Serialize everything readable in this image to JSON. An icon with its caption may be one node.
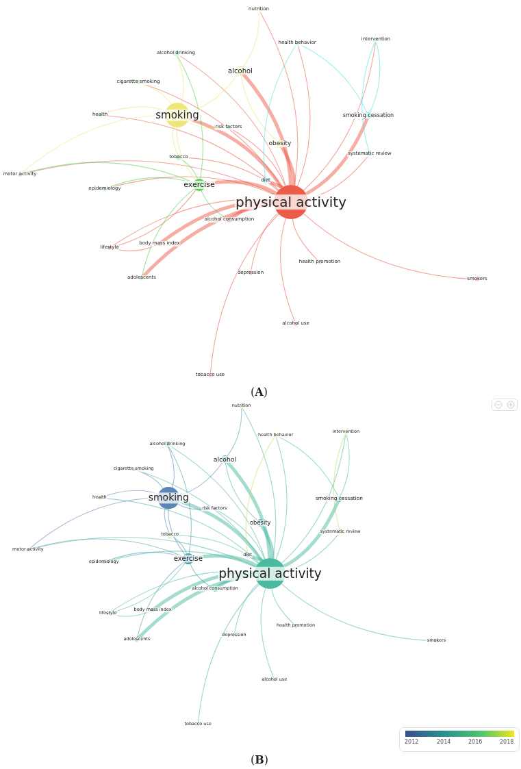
{
  "diagram": {
    "nodes": [
      {
        "text": [
          "physical activity"
        ]
      },
      {
        "text": [
          "smoking"
        ]
      },
      {
        "text": [
          "exercise"
        ]
      },
      {
        "text": [
          "alcohol"
        ]
      },
      {
        "text": [
          "obesity"
        ]
      },
      {
        "text": [
          "smoking cessation"
        ]
      },
      {
        "text": [
          "alcohol drinking"
        ]
      },
      {
        "text": [
          "cigarette smoking"
        ]
      },
      {
        "text": [
          "health"
        ]
      },
      {
        "text": [
          "risk factors"
        ]
      },
      {
        "text": [
          "tobacco"
        ]
      },
      {
        "text": [
          "motor activity"
        ]
      },
      {
        "text": [
          "epidemiology"
        ]
      },
      {
        "text": [
          "diet"
        ]
      },
      {
        "text": [
          "alcohol consumption"
        ]
      },
      {
        "text": [
          "body mass index"
        ]
      },
      {
        "text": [
          "lifestyle"
        ]
      },
      {
        "text": [
          "adolescents"
        ]
      },
      {
        "text": [
          "depression"
        ]
      },
      {
        "text": [
          "health promotion"
        ]
      },
      {
        "text": [
          "alcohol use"
        ]
      },
      {
        "text": [
          "tobacco use"
        ]
      },
      {
        "text": [
          "smokers"
        ]
      },
      {
        "text": [
          "nutrition"
        ]
      },
      {
        "text": [
          "health behavior"
        ]
      },
      {
        "text": [
          "intervention"
        ]
      },
      {
        "text": [
          "systematic review"
        ]
      },
      {
        "text": [
          "physical activity"
        ]
      },
      {
        "text": [
          "smoking"
        ]
      },
      {
        "text": [
          "exercise"
        ]
      },
      {
        "text": [
          "alcohol"
        ]
      },
      {
        "text": [
          "obesity"
        ]
      },
      {
        "text": [
          "smoking cessation"
        ]
      },
      {
        "text": [
          "alcohol drinking"
        ]
      },
      {
        "text": [
          "cigarette smoking"
        ]
      },
      {
        "text": [
          "health"
        ]
      },
      {
        "text": [
          "risk factors"
        ]
      },
      {
        "text": [
          "tobacco"
        ]
      },
      {
        "text": [
          "motor activity"
        ]
      },
      {
        "text": [
          "epidemiology"
        ]
      },
      {
        "text": [
          "diet"
        ]
      },
      {
        "text": [
          "alcohol consumption"
        ]
      },
      {
        "text": [
          "body mass index"
        ]
      },
      {
        "text": [
          "lifestyle"
        ]
      },
      {
        "text": [
          "adolescents"
        ]
      },
      {
        "text": [
          "depression"
        ]
      },
      {
        "text": [
          "health promotion"
        ]
      },
      {
        "text": [
          "alcohol use"
        ]
      },
      {
        "text": [
          "tobacco use"
        ]
      },
      {
        "text": [
          "smokers"
        ]
      },
      {
        "text": [
          "nutrition"
        ]
      },
      {
        "text": [
          "health behavior"
        ]
      },
      {
        "text": [
          "intervention"
        ]
      },
      {
        "text": [
          "systematic review"
        ]
      }
    ],
    "edges": [
      {
        "from": 0,
        "to": 1,
        "arrow": "none",
        "style": "thick",
        "color": "#ea4b35"
      },
      {
        "from": 0,
        "to": 2,
        "arrow": "none",
        "style": "thick",
        "color": "#ea4b35"
      },
      {
        "from": 0,
        "to": 3,
        "arrow": "none",
        "style": "thick",
        "color": "#ea4b35"
      },
      {
        "from": 0,
        "to": 4,
        "arrow": "none",
        "style": "thick",
        "color": "#ea4b35"
      },
      {
        "from": 0,
        "to": 5,
        "arrow": "none",
        "style": "thick",
        "color": "#ea4b35"
      },
      {
        "from": 0,
        "to": 6,
        "arrow": "none",
        "color": "#ea4b35"
      },
      {
        "from": 0,
        "to": 7,
        "arrow": "none",
        "color": "#ea4b35"
      },
      {
        "from": 0,
        "to": 8,
        "arrow": "none",
        "color": "#ea4b35"
      },
      {
        "from": 0,
        "to": 9,
        "arrow": "none",
        "color": "#ea4b35"
      },
      {
        "from": 0,
        "to": 10,
        "arrow": "none",
        "color": "#ea4b35"
      },
      {
        "from": 0,
        "to": 11,
        "arrow": "none",
        "color": "#ea4b35"
      },
      {
        "from": 0,
        "to": 12,
        "arrow": "none",
        "color": "#ea4b35"
      },
      {
        "from": 0,
        "to": 13,
        "arrow": "none",
        "style": "thick",
        "color": "#ea4b35"
      },
      {
        "from": 0,
        "to": 14,
        "arrow": "none",
        "style": "thick",
        "color": "#ea4b35"
      },
      {
        "from": 0,
        "to": 15,
        "arrow": "none",
        "style": "thick",
        "color": "#ea4b35"
      },
      {
        "from": 0,
        "to": 16,
        "arrow": "none",
        "color": "#ea4b35"
      },
      {
        "from": 0,
        "to": 17,
        "arrow": "none",
        "style": "thick",
        "color": "#ea4b35"
      },
      {
        "from": 0,
        "to": 18,
        "arrow": "none",
        "color": "#ea4b35"
      },
      {
        "from": 0,
        "to": 19,
        "arrow": "none",
        "color": "#ea4b35"
      },
      {
        "from": 0,
        "to": 20,
        "arrow": "none",
        "color": "#ea4b35"
      },
      {
        "from": 0,
        "to": 21,
        "arrow": "none",
        "color": "#ea4b35"
      },
      {
        "from": 0,
        "to": 22,
        "arrow": "none",
        "color": "#ea4b35"
      },
      {
        "from": 0,
        "to": 23,
        "arrow": "none",
        "color": "#ea4b35"
      },
      {
        "from": 0,
        "to": 24,
        "arrow": "none",
        "color": "#ea4b35"
      },
      {
        "from": 0,
        "to": 25,
        "arrow": "none",
        "color": "#ea4b35"
      },
      {
        "from": 0,
        "to": 26,
        "arrow": "none",
        "color": "#ea4b35"
      },
      {
        "from": 1,
        "to": 2,
        "arrow": "none",
        "color": "#ebe46c"
      },
      {
        "from": 1,
        "to": 3,
        "arrow": "none",
        "color": "#ebe46c"
      },
      {
        "from": 1,
        "to": 6,
        "arrow": "none",
        "color": "#ebe46c"
      },
      {
        "from": 1,
        "to": 7,
        "arrow": "none",
        "color": "#ebe46c"
      },
      {
        "from": 1,
        "to": 9,
        "arrow": "none",
        "color": "#ebe46c"
      },
      {
        "from": 1,
        "to": 10,
        "arrow": "none",
        "color": "#ebe46c"
      },
      {
        "from": 1,
        "to": 8,
        "arrow": "none",
        "color": "#ebe46c"
      },
      {
        "from": 2,
        "to": 6,
        "arrow": "none",
        "color": "#3fcc3f"
      },
      {
        "from": 2,
        "to": 10,
        "arrow": "none",
        "color": "#3fcc3f"
      },
      {
        "from": 2,
        "to": 11,
        "arrow": "none",
        "color": "#3fcc3f"
      },
      {
        "from": 2,
        "to": 12,
        "arrow": "none",
        "color": "#3fcc3f"
      },
      {
        "from": 2,
        "to": 17,
        "arrow": "none",
        "color": "#3fcc3f"
      },
      {
        "from": 2,
        "to": 14,
        "arrow": "none",
        "color": "#3fcc3f"
      },
      {
        "from": 16,
        "to": 2,
        "arrow": "none",
        "color": "#ea4b35"
      },
      {
        "from": 16,
        "to": 15,
        "arrow": "none",
        "color": "#ea4b35"
      },
      {
        "from": 5,
        "to": 25,
        "arrow": "none",
        "color": "#38dede"
      },
      {
        "from": 5,
        "to": 24,
        "arrow": "none",
        "color": "#38dede"
      },
      {
        "from": 25,
        "to": 26,
        "arrow": "none",
        "color": "#38dede"
      },
      {
        "from": 3,
        "to": 23,
        "arrow": "none",
        "color": "#ebe46c"
      },
      {
        "from": 1,
        "to": 11,
        "arrow": "none",
        "color": "#ebe46c"
      },
      {
        "from": 3,
        "to": 4,
        "arrow": "none",
        "color": "#ebe46c"
      },
      {
        "from": 24,
        "to": 13,
        "arrow": "none",
        "color": "#38dede"
      },
      {
        "from": 27,
        "to": 28,
        "arrow": "none",
        "style": "thick",
        "color": "#37b297"
      },
      {
        "from": 27,
        "to": 29,
        "arrow": "none",
        "style": "thick",
        "color": "#37b297"
      },
      {
        "from": 27,
        "to": 30,
        "arrow": "none",
        "style": "thick",
        "color": "#37b297"
      },
      {
        "from": 27,
        "to": 31,
        "arrow": "none",
        "style": "thick",
        "color": "#37b297"
      },
      {
        "from": 27,
        "to": 32,
        "arrow": "none",
        "style": "thick",
        "color": "#37b297"
      },
      {
        "from": 27,
        "to": 33,
        "arrow": "none",
        "color": "#37b297"
      },
      {
        "from": 27,
        "to": 34,
        "arrow": "none",
        "color": "#37b297"
      },
      {
        "from": 27,
        "to": 35,
        "arrow": "none",
        "color": "#37b297"
      },
      {
        "from": 27,
        "to": 36,
        "arrow": "none",
        "color": "#37b297"
      },
      {
        "from": 27,
        "to": 37,
        "arrow": "none",
        "color": "#37b297"
      },
      {
        "from": 27,
        "to": 38,
        "arrow": "none",
        "color": "#37b297"
      },
      {
        "from": 27,
        "to": 39,
        "arrow": "none",
        "color": "#37b297"
      },
      {
        "from": 27,
        "to": 40,
        "arrow": "none",
        "style": "thick",
        "color": "#37b297"
      },
      {
        "from": 27,
        "to": 41,
        "arrow": "none",
        "style": "thick",
        "color": "#37b297"
      },
      {
        "from": 27,
        "to": 42,
        "arrow": "none",
        "style": "thick",
        "color": "#37b297"
      },
      {
        "from": 27,
        "to": 43,
        "arrow": "none",
        "color": "#37b297"
      },
      {
        "from": 27,
        "to": 44,
        "arrow": "none",
        "style": "thick",
        "color": "#37b297"
      },
      {
        "from": 27,
        "to": 45,
        "arrow": "none",
        "color": "#37b297"
      },
      {
        "from": 27,
        "to": 46,
        "arrow": "none",
        "color": "#37b297"
      },
      {
        "from": 27,
        "to": 47,
        "arrow": "none",
        "color": "#37b297"
      },
      {
        "from": 27,
        "to": 48,
        "arrow": "none",
        "color": "#37b297"
      },
      {
        "from": 27,
        "to": 49,
        "arrow": "none",
        "color": "#37b297"
      },
      {
        "from": 27,
        "to": 50,
        "arrow": "none",
        "color": "#37b297"
      },
      {
        "from": 27,
        "to": 51,
        "arrow": "none",
        "color": "#37b297"
      },
      {
        "from": 27,
        "to": 52,
        "arrow": "none",
        "color": "#37b297"
      },
      {
        "from": 27,
        "to": 53,
        "arrow": "none",
        "color": "#37b297"
      },
      {
        "from": 28,
        "to": 29,
        "arrow": "none",
        "color": "#4a79ad"
      },
      {
        "from": 28,
        "to": 30,
        "arrow": "none",
        "color": "#4a79ad"
      },
      {
        "from": 28,
        "to": 33,
        "arrow": "none",
        "color": "#4a79ad"
      },
      {
        "from": 28,
        "to": 34,
        "arrow": "none",
        "color": "#4a79ad"
      },
      {
        "from": 28,
        "to": 36,
        "arrow": "none",
        "color": "#4a79ad"
      },
      {
        "from": 28,
        "to": 37,
        "arrow": "none",
        "color": "#4a79ad"
      },
      {
        "from": 28,
        "to": 35,
        "arrow": "none",
        "color": "#4a79ad"
      },
      {
        "from": 29,
        "to": 33,
        "arrow": "none",
        "color": "#3a92a8"
      },
      {
        "from": 29,
        "to": 37,
        "arrow": "none",
        "color": "#3a92a8"
      },
      {
        "from": 29,
        "to": 38,
        "arrow": "none",
        "color": "#3a92a8"
      },
      {
        "from": 29,
        "to": 39,
        "arrow": "none",
        "color": "#3a92a8"
      },
      {
        "from": 29,
        "to": 44,
        "arrow": "none",
        "color": "#3a92a8"
      },
      {
        "from": 29,
        "to": 41,
        "arrow": "none",
        "color": "#3a92a8"
      },
      {
        "from": 43,
        "to": 29,
        "arrow": "none",
        "color": "#3ab89a"
      },
      {
        "from": 43,
        "to": 42,
        "arrow": "none",
        "color": "#3ab89a"
      },
      {
        "from": 32,
        "to": 52,
        "arrow": "none",
        "color": "#3cbf9c"
      },
      {
        "from": 32,
        "to": 51,
        "arrow": "none",
        "color": "#3cbf9c"
      },
      {
        "from": 52,
        "to": 53,
        "arrow": "none",
        "color": "#b8dc50"
      },
      {
        "from": 30,
        "to": 50,
        "arrow": "none",
        "color": "#3a9ea6"
      },
      {
        "from": 28,
        "to": 38,
        "arrow": "none",
        "color": "#4a79ad"
      },
      {
        "from": 30,
        "to": 31,
        "arrow": "none",
        "color": "#3a9ea6"
      },
      {
        "from": 51,
        "to": 40,
        "arrow": "none",
        "color": "#c8dc48"
      }
    ],
    "labels": [
      "(**A**)",
      "(**B**)",
      "2012",
      "2014",
      "2016",
      "2018"
    ]
  }
}
